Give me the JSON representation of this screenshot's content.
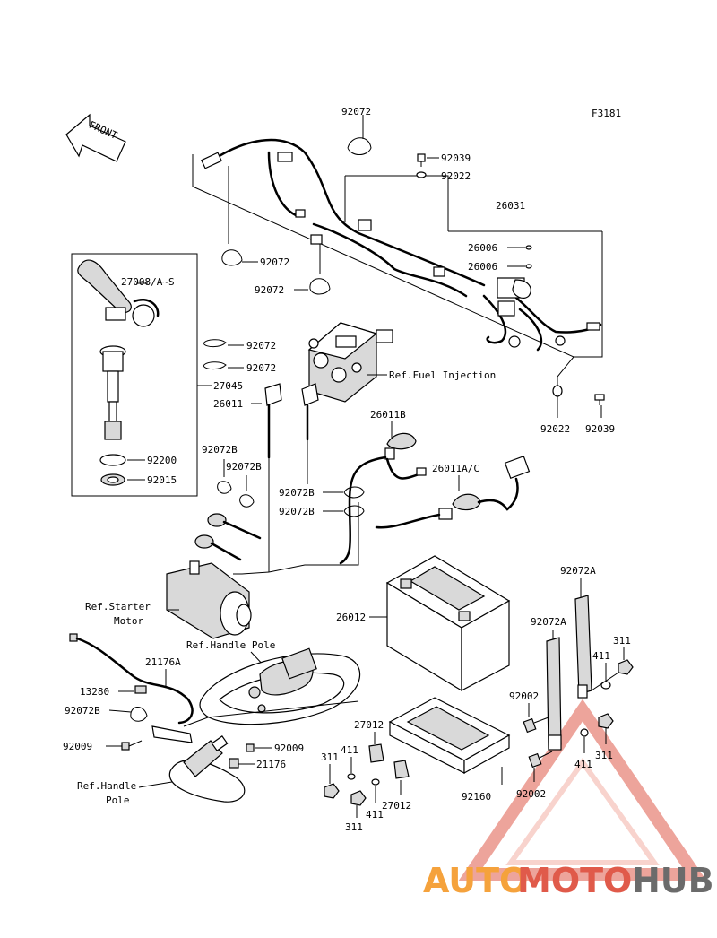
{
  "figure_code": "F3181",
  "front_label": "FRONT",
  "watermark": {
    "part1": "AUTO",
    "part2": "MOTO",
    "part3": "HUB",
    "color_orange": "#f5a23c",
    "color_red": "#e05a4a",
    "color_gray": "#6b6b6b"
  },
  "labels": {
    "p92072_top": "92072",
    "p92039_top": "92039",
    "p92022_top": "92022",
    "p26031": "26031",
    "p26006_a": "26006",
    "p26006_b": "26006",
    "p92072_left": "92072",
    "p92072_mid": "92072",
    "p27008": "27008/A~S",
    "p92072_c": "92072",
    "p92072_d": "92072",
    "p27045": "27045",
    "p26011": "26011",
    "ref_fuel": "Ref.Fuel Injection",
    "p92022_right": "92022",
    "p92039_right": "92039",
    "p26011b": "26011B",
    "p92200": "92200",
    "p92015": "92015",
    "p92072b_a": "92072B",
    "p92072b_b": "92072B",
    "p26011ac": "26011A/C",
    "p92072b_c": "92072B",
    "p92072b_d": "92072B",
    "p92072a_top": "92072A",
    "p26012": "26012",
    "ref_starter_1": "Ref.Starter",
    "ref_starter_2": "Motor",
    "ref_handle_pole_top": "Ref.Handle Pole",
    "p92072a_mid": "92072A",
    "p21176a": "21176A",
    "p311_a": "311",
    "p411_a": "411",
    "p13280": "13280",
    "p92002_a": "92002",
    "p92072b_e": "92072B",
    "p27012_a": "27012",
    "p92009_a": "92009",
    "p92009_b": "92009",
    "p411_b": "411",
    "p311_b": "311",
    "p311_c": "311",
    "p411_c": "411",
    "p21176": "21176",
    "ref_handle_pole_1": "Ref.Handle",
    "ref_handle_pole_2": "Pole",
    "p92160": "92160",
    "p92002_b": "92002",
    "p411_d": "411",
    "p27012_b": "27012",
    "p311_d": "311"
  }
}
